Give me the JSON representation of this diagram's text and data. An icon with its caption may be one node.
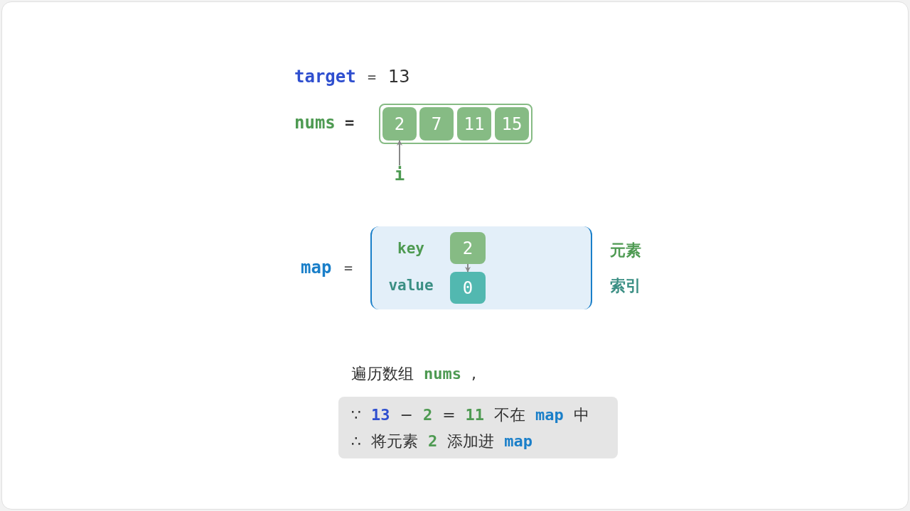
{
  "diagram": {
    "nodes": [
      {
        "text": [],
        "shape": "box"
      },
      {
        "text": [
          "2"
        ],
        "in": 0
      },
      {
        "text": [
          "7"
        ],
        "in": 0
      },
      {
        "text": [
          "11"
        ],
        "in": 0
      },
      {
        "text": [
          "15"
        ],
        "in": 0
      },
      {
        "text": [],
        "shape": "box"
      },
      {
        "text": [
          "2"
        ],
        "in": 5
      },
      {
        "text": [
          "0"
        ],
        "in": 5
      },
      {
        "text": [
          "i"
        ]
      },
      {
        "text": [
          "∵ **13** − **2** = **11** 不在 **map** 中",
          "∴ 将元素 **2** 添加进 **map**"
        ]
      }
    ],
    "edges": [
      {
        "from": 8,
        "to": 1,
        "arrow": "to"
      },
      {
        "from": 6,
        "to": 7,
        "arrow": "to"
      }
    ],
    "labels": [
      "target",
      "=",
      "13",
      "nums",
      "=",
      "map",
      "=",
      "key",
      "value",
      "元素",
      "索引",
      "遍历数组 **nums** ,"
    ]
  }
}
